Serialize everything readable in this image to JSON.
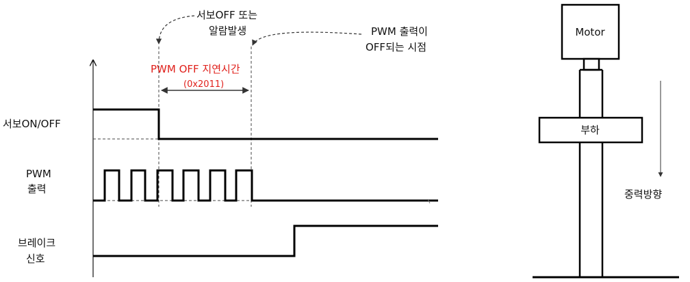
{
  "timing": {
    "signal_labels": {
      "servo": "서보ON/OFF",
      "pwm_line1": "PWM",
      "pwm_line2": "출력",
      "brake_line1": "브레이크",
      "brake_line2": "신호"
    },
    "annotations": {
      "servo_off_line1": "서보OFF 또는",
      "servo_off_line2": "알람발생",
      "pwm_off_line1": "PWM 출력이",
      "pwm_off_line2": "OFF되는 시점",
      "delay_title": "PWM OFF 지연시간",
      "delay_param": "(0x2011)"
    }
  },
  "mechanism": {
    "motor_label": "Motor",
    "load_label": "부하",
    "gravity_label": "중력방향"
  },
  "colors": {
    "signal": "#000000",
    "highlight": "#e0201b",
    "guide": "#333333"
  }
}
